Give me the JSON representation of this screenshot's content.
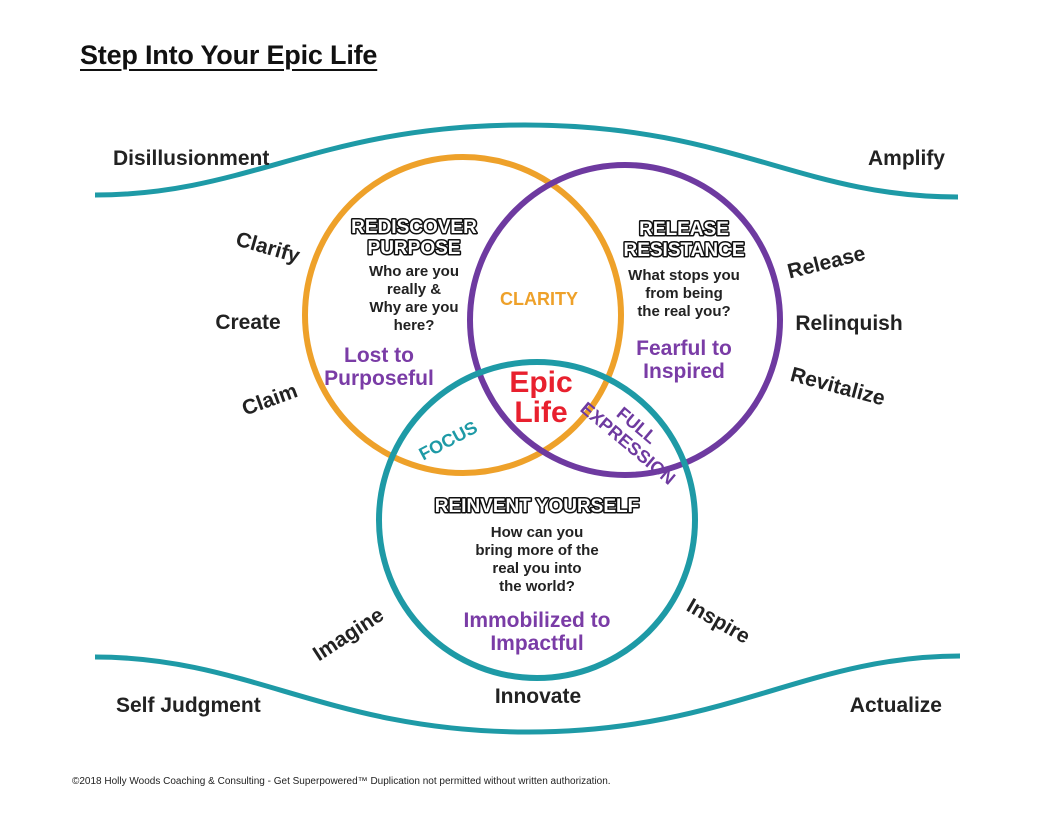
{
  "title": "Step Into Your Epic Life",
  "footer": "©2018 Holly Woods Coaching & Consulting - Get Superpowered™  Duplication not permitted without written authorization.",
  "colors": {
    "orange": "#eea12a",
    "purple": "#6e3aa0",
    "teal": "#1e9aa6",
    "red": "#e8202e",
    "text": "#222222"
  },
  "corners": {
    "top_left": "Disillusionment",
    "top_right": "Amplify",
    "bottom_left": "Self Judgment",
    "bottom_right": "Actualize",
    "bottom_center": "Innovate"
  },
  "left_words": [
    "Clarify",
    "Create",
    "Claim"
  ],
  "right_words": [
    "Release",
    "Relinquish",
    "Revitalize"
  ],
  "bottom_words": [
    "Imagine",
    "Inspire"
  ],
  "circles": {
    "purpose": {
      "heading": [
        "REDISCOVER",
        "PURPOSE"
      ],
      "question": [
        "Who are you",
        "really &",
        "Why are you",
        "here?"
      ],
      "shift": [
        "Lost to",
        "Purposeful"
      ]
    },
    "resistance": {
      "heading": [
        "RELEASE",
        "RESISTANCE"
      ],
      "question": [
        "What stops you",
        "from being",
        "the real you?"
      ],
      "shift": [
        "Fearful to",
        "Inspired"
      ]
    },
    "reinvent": {
      "heading": "REINVENT YOURSELF",
      "question": [
        "How can you",
        "bring more of the",
        "real you into",
        "the world?"
      ],
      "shift": [
        "Immobilized to",
        "Impactful"
      ]
    }
  },
  "intersections": {
    "clarity": "CLARITY",
    "focus": "FOCUS",
    "full_expression": [
      "FULL",
      "EXPRESSION"
    ],
    "center": [
      "Epic",
      "Life"
    ]
  }
}
